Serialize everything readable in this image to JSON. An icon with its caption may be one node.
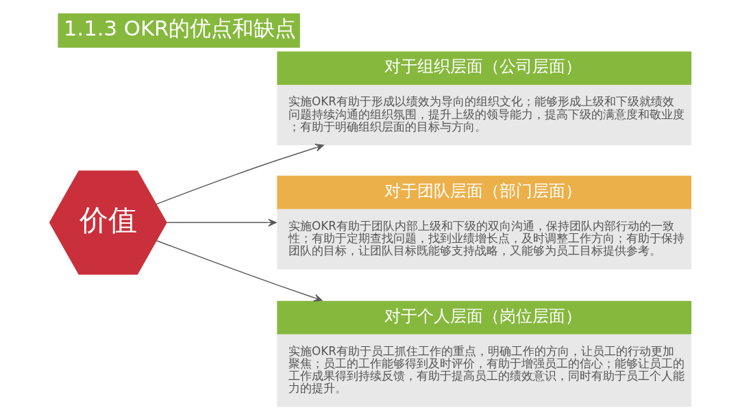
{
  "diagram": {
    "title": "1.1.3 OKR的优点和缺点",
    "nodes": [
      {
        "text": [
          "价值"
        ]
      },
      {
        "text": [
          "对于组织层面（公司层面）",
          "实施OKR有助于形成以绩效为导向的组织文化；能够形成上级和下级就绩效问题持续沟通的组织氛围，提升上级的领导能力，提高下级的满意度和敬业度；有助于明确组织层面的目标与方向。"
        ]
      },
      {
        "text": [
          "对于团队层面（部门层面）",
          "实施OKR有助于团队内部上级和下级的双向沟通，保持团队内部行动的一致性；有助于定期查找问题，找到业绩增长点，及时调整工作方向；有助于保持团队的目标，让团队目标既能够支持战略，又能够为员工目标提供参考。"
        ]
      },
      {
        "text": [
          "对于个人层面（岗位层面）",
          "实施OKR有助于员工抓住工作的重点，明确工作的方向，让员工的行动更加聚焦；员工的工作能够得到及时评价，有助于增强员工的信心；能够让员工的工作成果得到持续反馈，有助于提高员工的绩效意识，同时有助于员工个人能力的提升。"
        ]
      }
    ],
    "edges": [
      {
        "from": 0,
        "to": 1,
        "arrow": "to"
      },
      {
        "from": 0,
        "to": 2,
        "arrow": "to"
      },
      {
        "from": 0,
        "to": 3,
        "arrow": "to"
      }
    ]
  }
}
